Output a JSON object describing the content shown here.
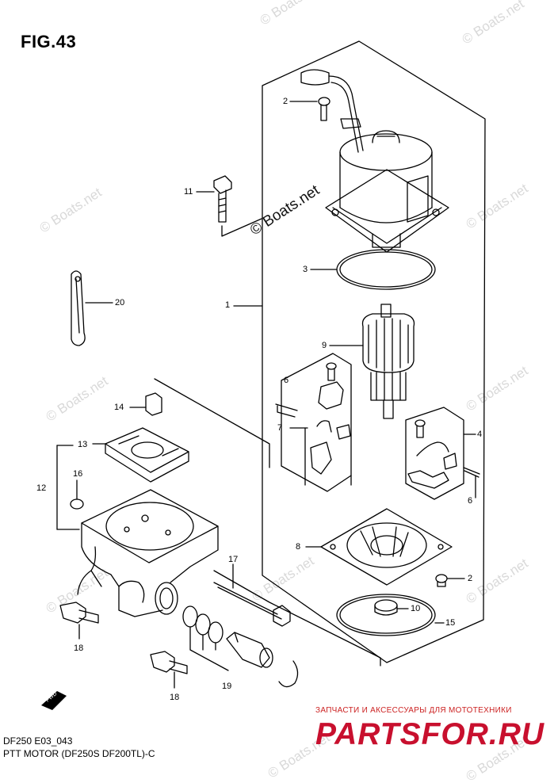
{
  "figure": {
    "title": "FIG.43"
  },
  "watermark": {
    "main": "© Boats.net",
    "faint": "© Boats.net"
  },
  "reference": {
    "code": "DF250 E03_043",
    "caption": "PTT MOTOR (DF250S DF200TL)-C"
  },
  "promo": {
    "tagline": "ЗАПЧАСТИ И АКСЕССУАРЫ ДЛЯ МОТОТЕХНИКИ",
    "brand": "PARTSFOR.RU",
    "brand_color": "#c8102e"
  },
  "callouts": [
    "1",
    "2",
    "3",
    "20",
    "9",
    "6",
    "7",
    "4",
    "14",
    "13",
    "16",
    "12",
    "17",
    "8",
    "2",
    "10",
    "15",
    "18",
    "18",
    "19",
    "6",
    "11"
  ],
  "arrow": {
    "label": "FWD"
  }
}
